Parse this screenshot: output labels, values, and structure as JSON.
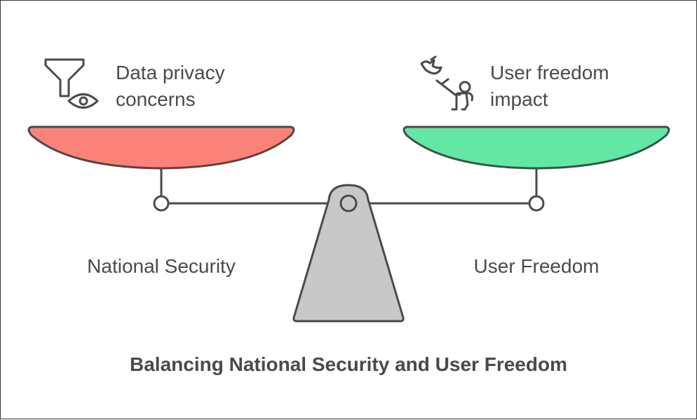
{
  "left_pan": {
    "caption_lines": [
      "Data privacy",
      "concerns"
    ],
    "label": "National Security",
    "color": "#fa8278",
    "icon": "funnel-eye-icon"
  },
  "right_pan": {
    "caption_lines": [
      "User freedom",
      "impact"
    ],
    "label": "User Freedom",
    "color": "#64e6a5",
    "icon": "person-releasing-bird-icon"
  },
  "fulcrum": {
    "color": "#c8c8c8"
  },
  "title": "Balancing National Security and User Freedom"
}
